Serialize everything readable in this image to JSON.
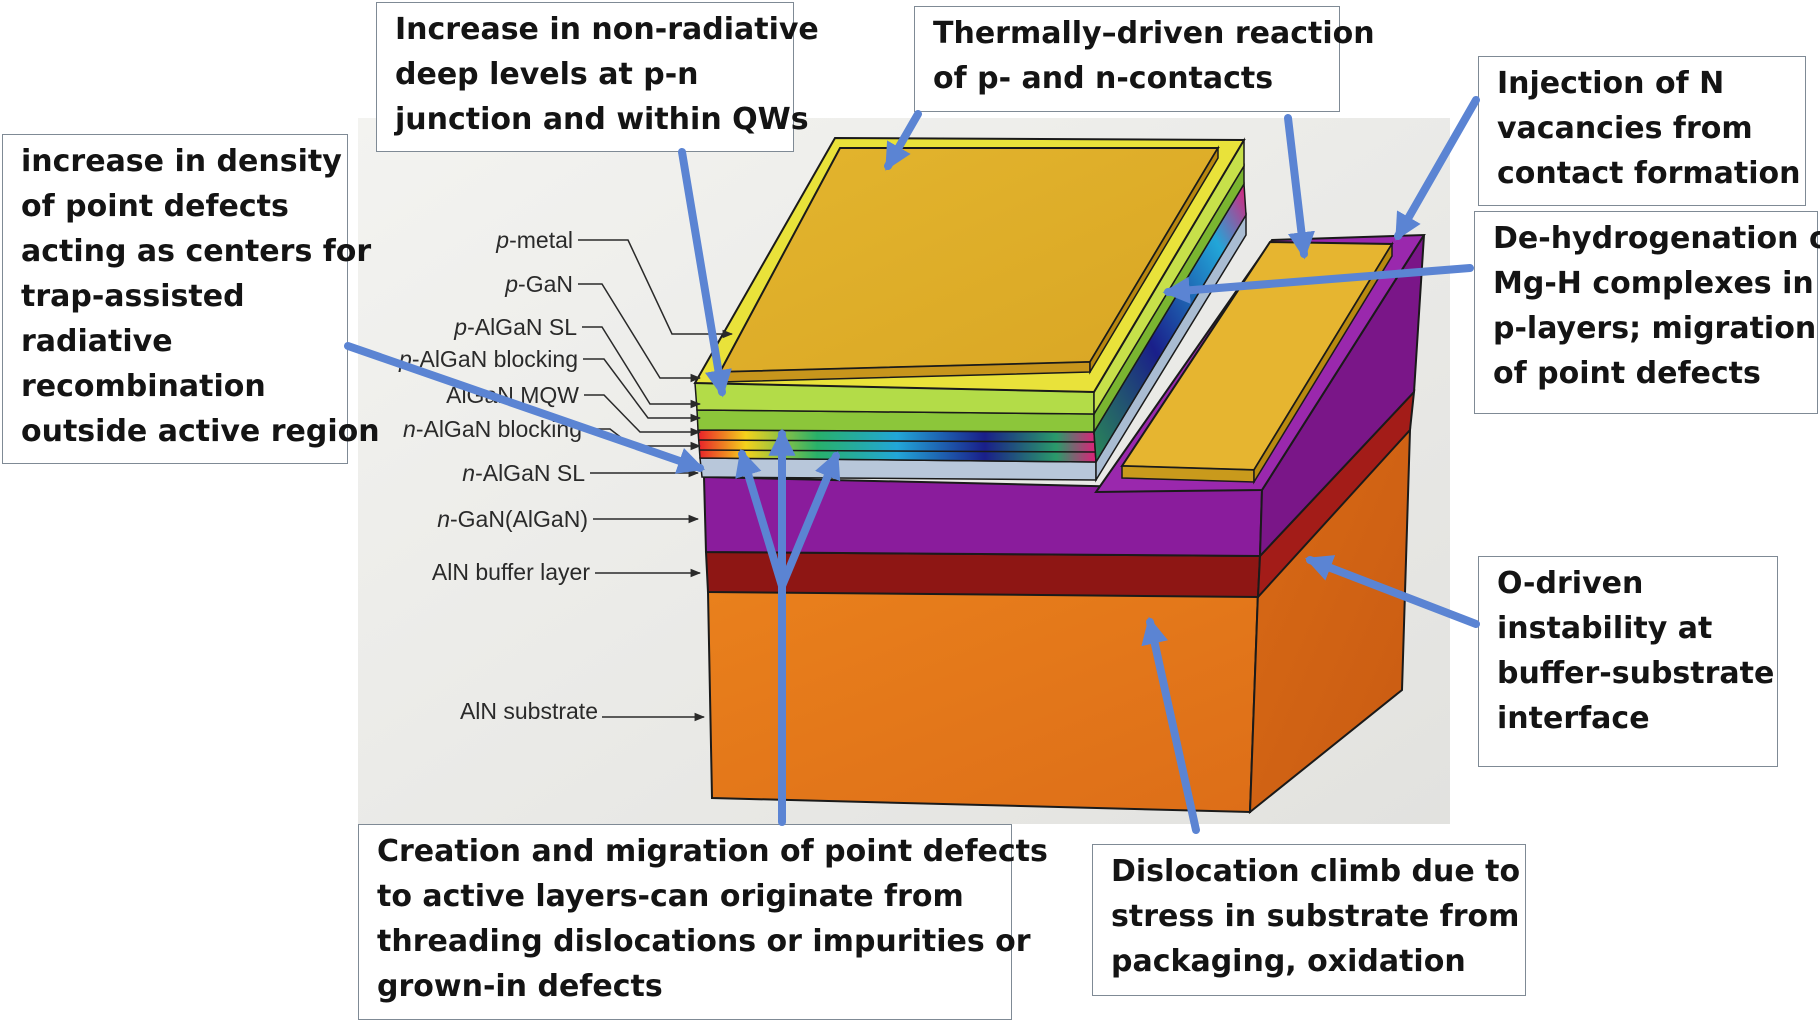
{
  "layer_labels": {
    "p_metal": "p-metal",
    "p_gan": "p-GaN",
    "p_algan_sl": "p-AlGaN SL",
    "p_algan_blocking": "p-AlGaN blocking",
    "algan_mqw": "AlGaN MQW",
    "n_algan_blocking": "n-AlGaN blocking",
    "n_algan_sl": "n-AlGaN SL",
    "n_gan_algan": "n-GaN(AlGaN)",
    "aln_buffer": "AlN buffer layer",
    "aln_substrate": "AlN substrate"
  },
  "callouts": {
    "point_defects": [
      "increase in density",
      "of point defects",
      "acting as centers for",
      "trap-assisted",
      "radiative",
      "recombination",
      "outside active region"
    ],
    "deep_levels": [
      "Increase in non-radiative",
      "deep levels at p-n",
      "junction and within QWs"
    ],
    "thermal_reaction": [
      "Thermally–driven reaction",
      "of p- and n-contacts"
    ],
    "n_vacancies": [
      "Injection of N",
      "vacancies from",
      "contact formation"
    ],
    "dehydrogenation": [
      "De-hydrogenation of",
      "Mg-H complexes in",
      "p-layers; migration",
      "of point defects"
    ],
    "o_instability": [
      "O-driven",
      "instability at",
      "buffer-substrate",
      "interface"
    ],
    "creation_migration": [
      "Creation and migration of point defects",
      "to active layers-can originate from",
      "threading dislocations or impurities or",
      "grown-in defects"
    ],
    "dislocation_climb": [
      "Dislocation climb due to",
      "stress in substrate from",
      "packaging, oxidation"
    ]
  },
  "colors": {
    "arrow": "#5b84d3",
    "p_metal": "#e5b62a",
    "p_gan": "#e8e43a",
    "p_layers": "#b6e04a",
    "n_algan_sl": "#b9c9dc",
    "n_gan": "#8c1aa0",
    "aln_buffer": "#8b1414",
    "aln_substrate": "#e07a1c"
  }
}
